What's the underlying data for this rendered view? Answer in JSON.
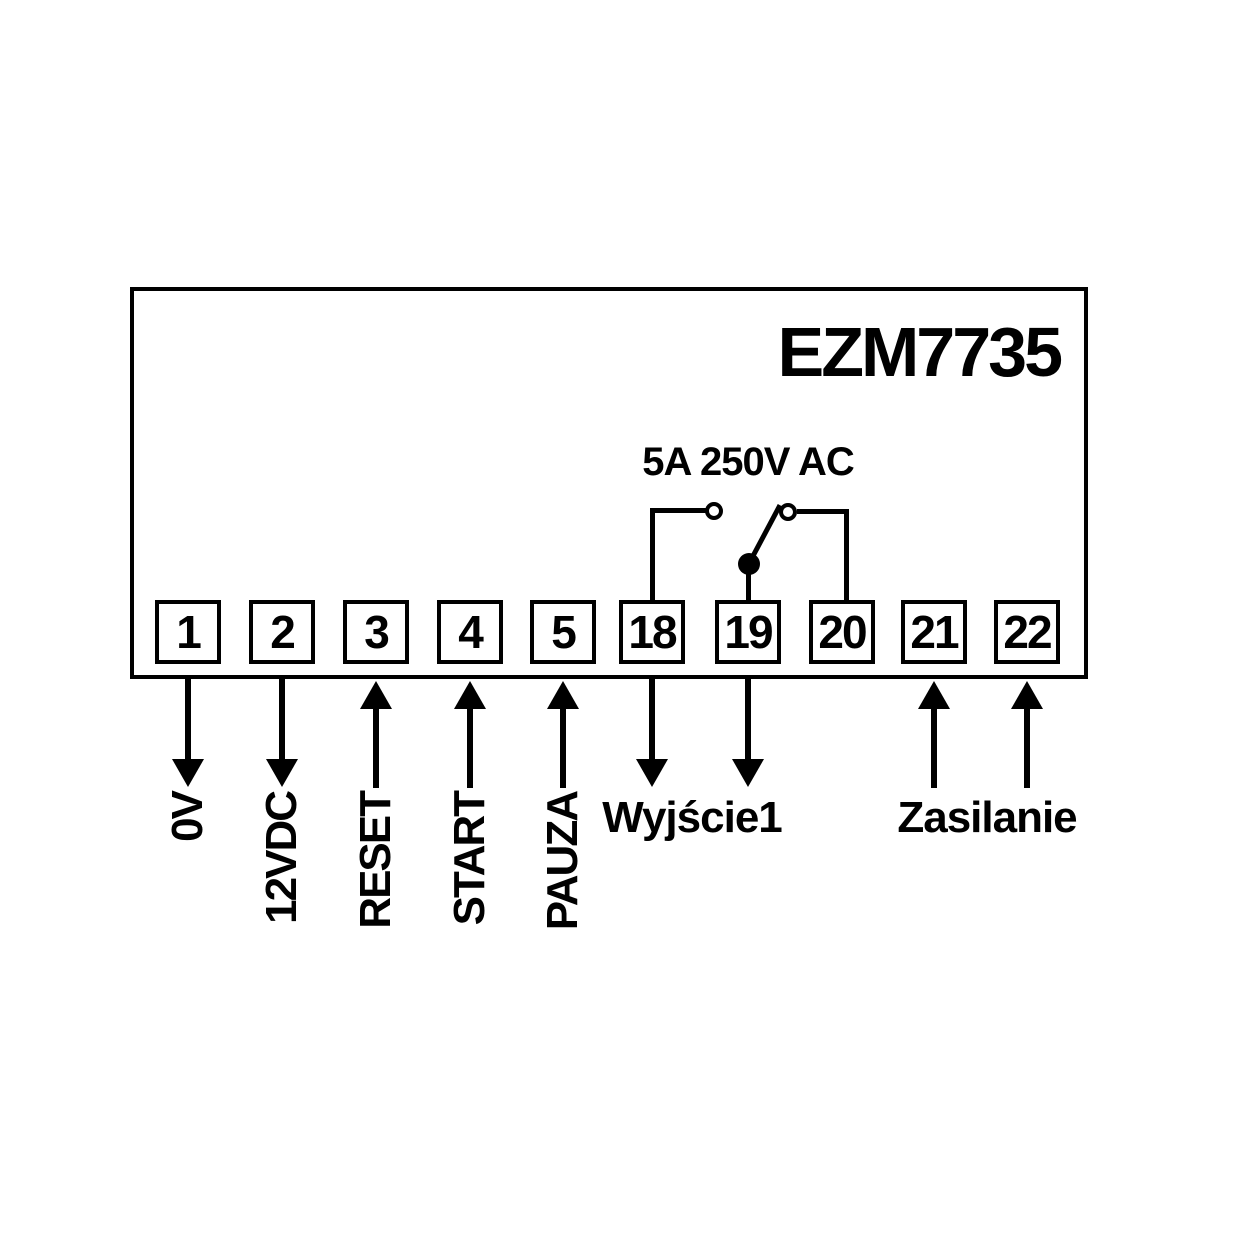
{
  "device": {
    "model": "EZM7735",
    "relay": {
      "rating": "5A 250V AC"
    },
    "terminals": [
      {
        "number": "1"
      },
      {
        "number": "2"
      },
      {
        "number": "3"
      },
      {
        "number": "4"
      },
      {
        "number": "5"
      },
      {
        "number": "18"
      },
      {
        "number": "19"
      },
      {
        "number": "20"
      },
      {
        "number": "21"
      },
      {
        "number": "22"
      }
    ],
    "signal_labels": {
      "t1": "0V",
      "t2": "12VDC",
      "t3": "RESET",
      "t4": "START",
      "t5": "PAUZA",
      "output1": "Wyjście1",
      "power": "Zasilanie"
    },
    "colors": {
      "line": "#000000",
      "background": "#ffffff"
    }
  }
}
